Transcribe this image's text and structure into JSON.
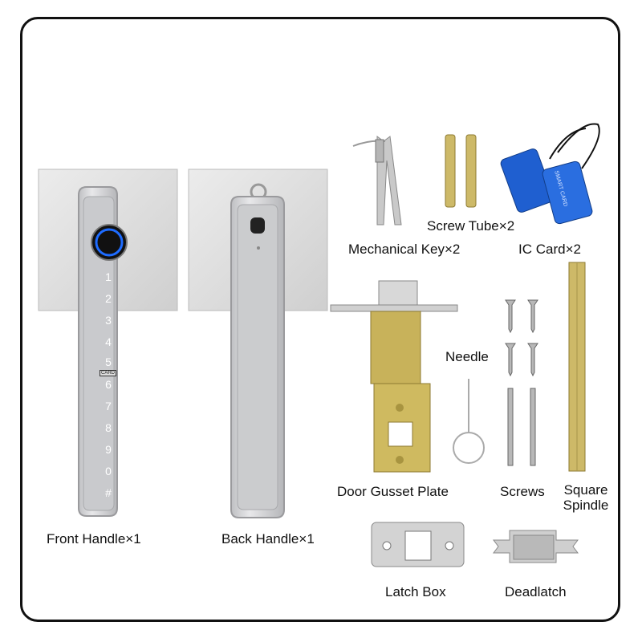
{
  "labels": {
    "front_handle": "Front Handle×1",
    "back_handle": "Back Handle×1",
    "mechanical_key": "Mechanical Key×2",
    "screw_tube": "Screw Tube×2",
    "ic_card": "IC Card×2",
    "needle": "Needle",
    "door_gusset_plate": "Door Gusset Plate",
    "screws": "Screws",
    "square_spindle_line1": "Square",
    "square_spindle_line2": "Spindle",
    "latch_box": "Latch Box",
    "deadlatch": "Deadlatch"
  },
  "keypad": {
    "keys": [
      "1",
      "2",
      "3",
      "4",
      "5",
      "6",
      "7",
      "8",
      "9",
      "0",
      "#"
    ],
    "card_label": "CARD"
  },
  "ic_card_text": "SMART CARD",
  "colors": {
    "frame": "#111111",
    "plate": "#e3e3e3",
    "handle": "#d6d6d8",
    "fingerprint_ring": "#1e6cff",
    "card": "#1f5fd0",
    "brass": "#c8b25a"
  }
}
